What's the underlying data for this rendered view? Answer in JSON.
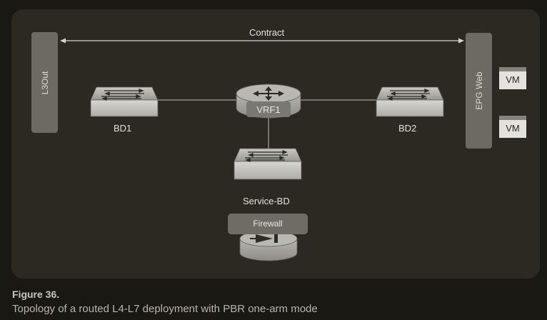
{
  "diagram": {
    "contract_label": "Contract",
    "l3out_label": "L3Out",
    "epg_label": "EPG Web",
    "vm_labels": [
      "VM",
      "VM"
    ],
    "bd1_label": "BD1",
    "bd2_label": "BD2",
    "vrf_label": "VRF1",
    "service_bd_label": "Service-BD",
    "firewall_label": "Firewall"
  },
  "caption": {
    "figure": "Figure 36.",
    "text": "Topology of a routed L4-L7 deployment with PBR one-arm mode"
  }
}
